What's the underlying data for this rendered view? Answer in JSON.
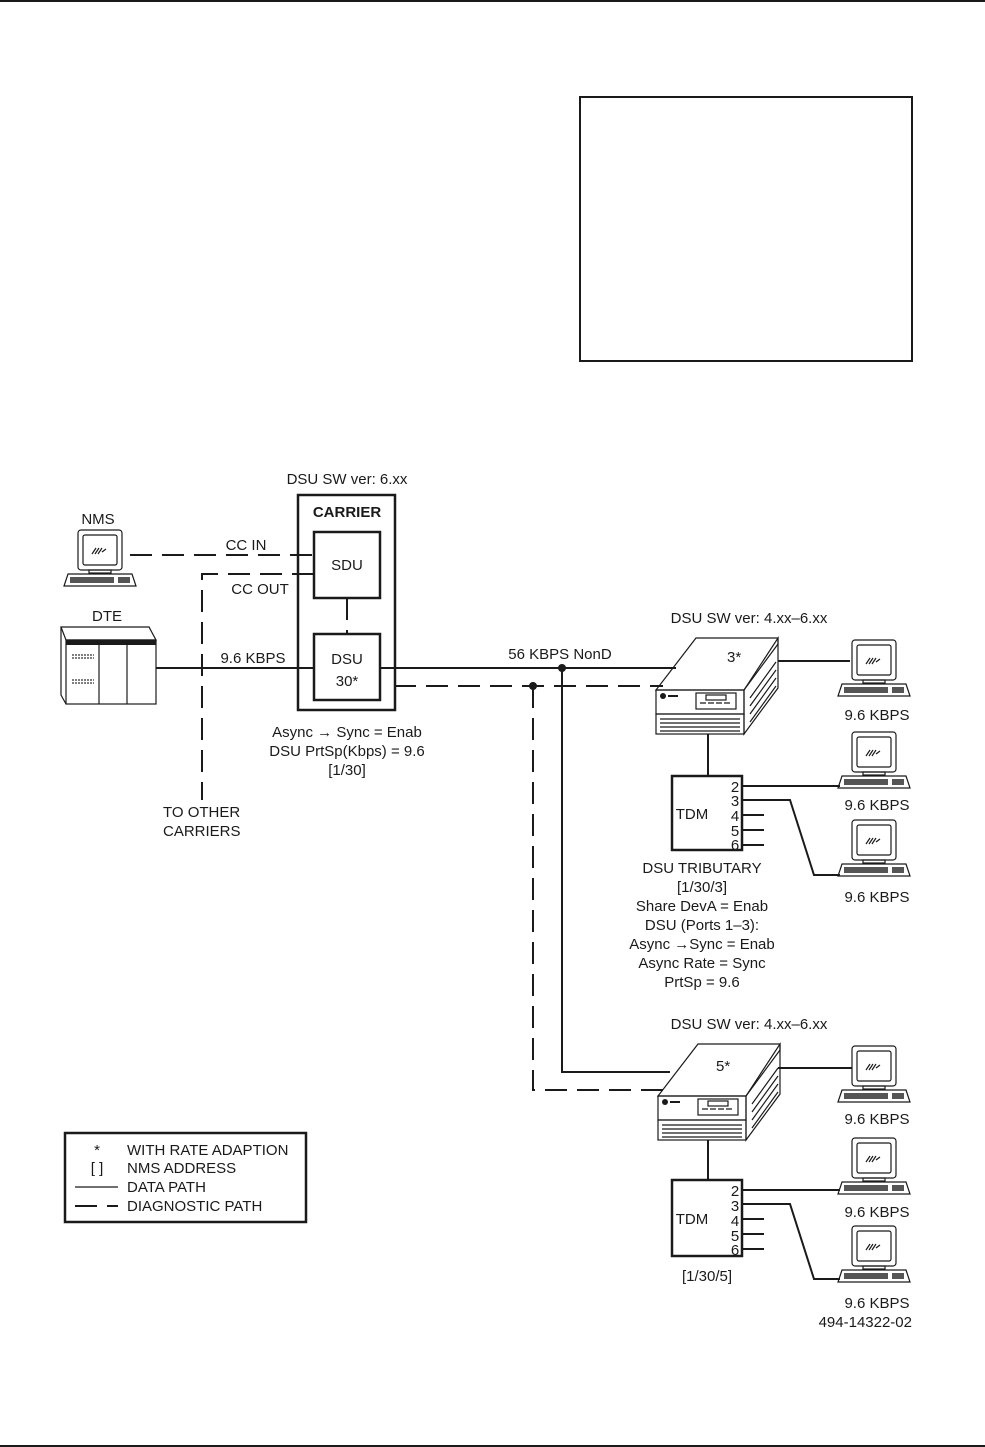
{
  "diagram": {
    "carrier": {
      "sw_version": "DSU SW ver: 6.xx",
      "title": "CARRIER",
      "sdu_label": "SDU",
      "dsu_label_line1": "DSU",
      "dsu_label_line2": "30*",
      "config": [
        "Async → Sync = Enab",
        "DSU PrtSp(Kbps) = 9.6",
        "[1/30]"
      ]
    },
    "nms": {
      "label": "NMS",
      "cc_in": "CC IN",
      "cc_out": "CC OUT"
    },
    "dte": {
      "label": "DTE",
      "speed": "9.6 KBPS"
    },
    "other_carriers": [
      "TO OTHER",
      "CARRIERS"
    ],
    "link_label": "56 KBPS NonD",
    "tributary_3": {
      "sw_version": "DSU SW ver: 4.xx–6.xx",
      "unit_label": "3*",
      "tdm_label": "TDM",
      "ports": [
        "2",
        "3",
        "4",
        "5",
        "6"
      ],
      "terminal_speeds": [
        "9.6 KBPS",
        "9.6 KBPS",
        "9.6 KBPS"
      ],
      "config": [
        "DSU TRIBUTARY",
        "[1/30/3]",
        "Share DevA = Enab",
        "DSU (Ports 1–3):",
        "Async →Sync = Enab",
        "Async Rate = Sync",
        "PrtSp = 9.6"
      ]
    },
    "tributary_5": {
      "sw_version": "DSU SW ver: 4.xx–6.xx",
      "unit_label": "5*",
      "tdm_label": "TDM",
      "ports": [
        "2",
        "3",
        "4",
        "5",
        "6"
      ],
      "terminal_speeds": [
        "9.6 KBPS",
        "9.6 KBPS",
        "9.6 KBPS"
      ],
      "address": "[1/30/5]"
    },
    "legend": [
      {
        "symbol": "*",
        "text": "WITH RATE ADAPTION"
      },
      {
        "symbol": "[ ]",
        "text": "NMS ADDRESS"
      },
      {
        "symbol": "solid-line",
        "text": "DATA PATH"
      },
      {
        "symbol": "dashed-line",
        "text": "DIAGNOSTIC PATH"
      }
    ],
    "figure_id": "494-14322-02"
  }
}
